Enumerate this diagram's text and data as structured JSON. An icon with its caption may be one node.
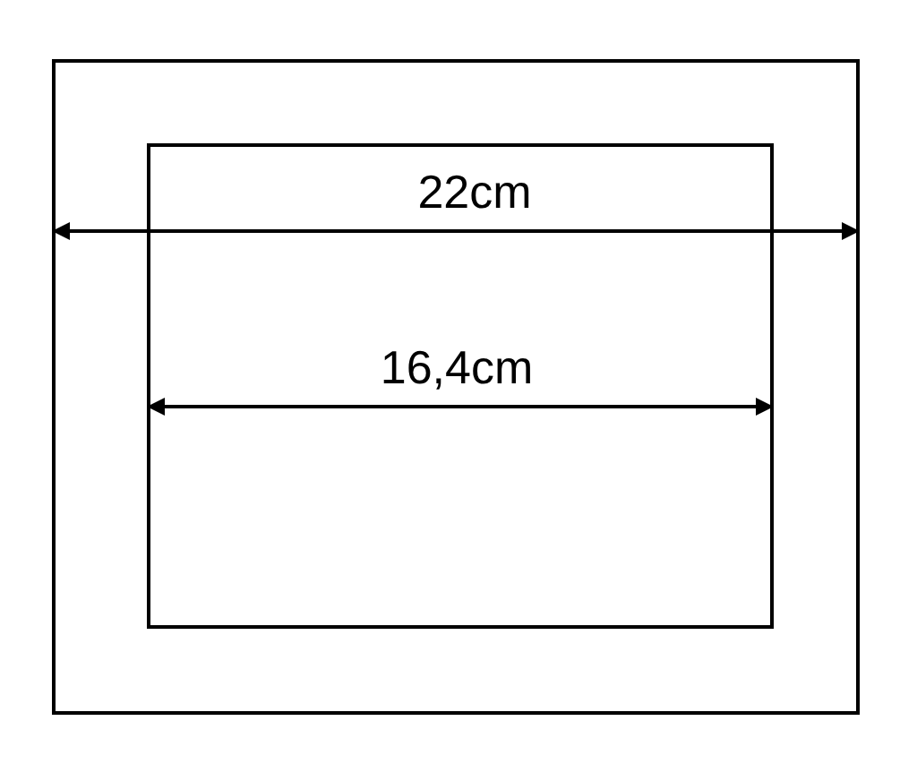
{
  "diagram": {
    "nodes": [
      {
        "text": [],
        "shape": "box"
      },
      {
        "text": [],
        "shape": "box",
        "in": 0
      }
    ],
    "labels": [
      "22cm",
      "16,4cm"
    ]
  }
}
